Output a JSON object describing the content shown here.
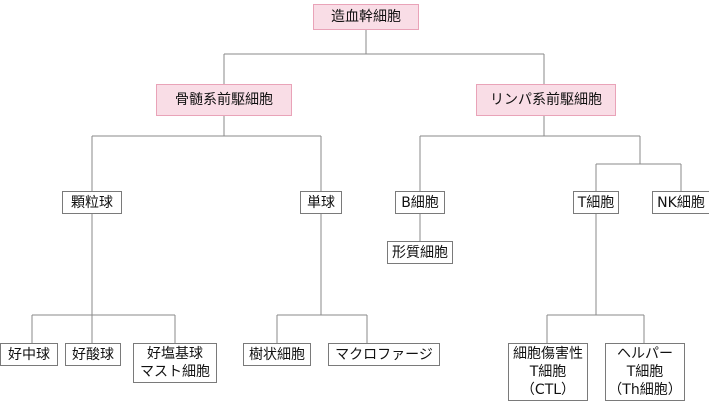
{
  "colors": {
    "accent_fill": "#f9dde6",
    "accent_border": "#e9a3b8",
    "line": "#8a8a8a"
  },
  "nodes": {
    "hsc": "造血幹細胞",
    "myeloid": "骨髄系前駆細胞",
    "lymphoid": "リンパ系前駆細胞",
    "granulocyte": "顆粒球",
    "monocyte": "単球",
    "bcell": "B細胞",
    "plasma": "形質細胞",
    "tcell": "T細胞",
    "nk": "NK細胞",
    "neutrophil": "好中球",
    "eosinophil": "好酸球",
    "basophil": {
      "line1": "好塩基球",
      "line2": "マスト細胞"
    },
    "dendritic": "樹状細胞",
    "macrophage": "マクロファージ",
    "ctl": {
      "line1": "細胞傷害性",
      "line2": "T細胞",
      "line3": "（CTL）"
    },
    "helper": {
      "line1": "ヘルパー",
      "line2": "T細胞",
      "line3": "（Th細胞）"
    }
  }
}
